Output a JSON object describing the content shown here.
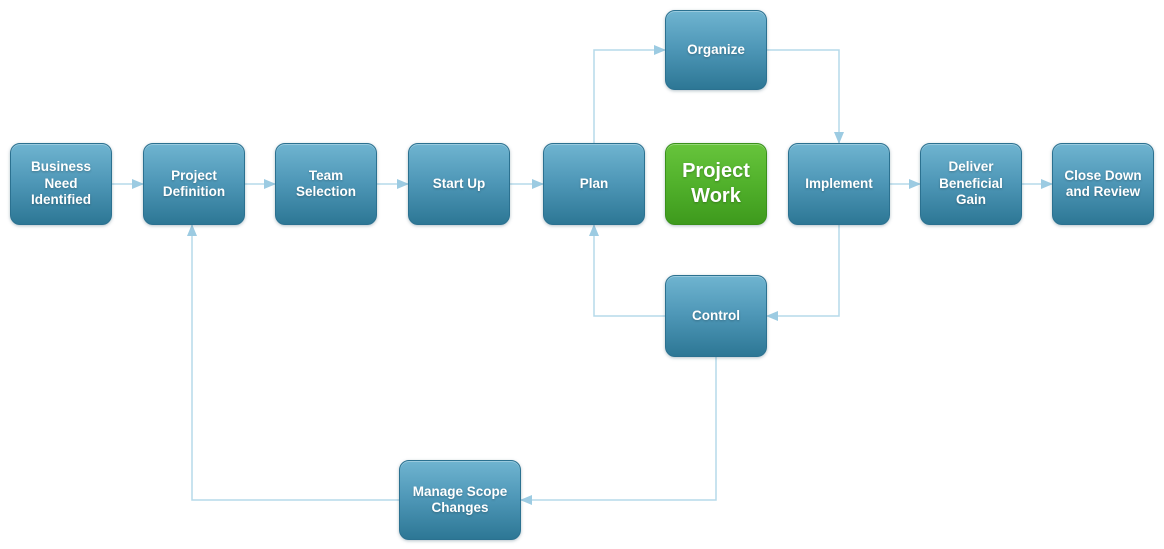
{
  "colors": {
    "background": "#ffffff",
    "process_box_gradient_top": "#6fb4d0",
    "process_box_gradient_bottom": "#2d7795",
    "process_box_border": "#2b7190",
    "highlight_box_gradient_top": "#67c43c",
    "highlight_box_gradient_bottom": "#3e9a1d",
    "connector_line": "#b5daea",
    "connector_arrowhead": "#9ccbe2",
    "box_text": "#ffffff"
  },
  "nodes": {
    "business_need": {
      "label": "Business\nNeed\nIdentified",
      "type": "process"
    },
    "project_definition": {
      "label": "Project\nDefinition",
      "type": "process"
    },
    "team_selection": {
      "label": "Team\nSelection",
      "type": "process"
    },
    "start_up": {
      "label": "Start Up",
      "type": "process"
    },
    "plan": {
      "label": "Plan",
      "type": "process"
    },
    "project_work": {
      "label": "Project\nWork",
      "type": "highlight"
    },
    "implement": {
      "label": "Implement",
      "type": "process"
    },
    "deliver_beneficial_gain": {
      "label": "Deliver\nBeneficial\nGain",
      "type": "process"
    },
    "close_down_and_review": {
      "label": "Close Down\nand Review",
      "type": "process"
    },
    "organize": {
      "label": "Organize",
      "type": "process"
    },
    "control": {
      "label": "Control",
      "type": "process"
    },
    "manage_scope_changes": {
      "label": "Manage Scope\nChanges",
      "type": "process"
    }
  },
  "edges": [
    {
      "from": "business_need",
      "to": "project_definition"
    },
    {
      "from": "project_definition",
      "to": "team_selection"
    },
    {
      "from": "team_selection",
      "to": "start_up"
    },
    {
      "from": "start_up",
      "to": "plan"
    },
    {
      "from": "plan",
      "to": "organize"
    },
    {
      "from": "organize",
      "to": "implement"
    },
    {
      "from": "implement",
      "to": "deliver_beneficial_gain"
    },
    {
      "from": "deliver_beneficial_gain",
      "to": "close_down_and_review"
    },
    {
      "from": "implement",
      "to": "control"
    },
    {
      "from": "control",
      "to": "plan"
    },
    {
      "from": "control",
      "to": "manage_scope_changes"
    },
    {
      "from": "manage_scope_changes",
      "to": "project_definition"
    }
  ]
}
